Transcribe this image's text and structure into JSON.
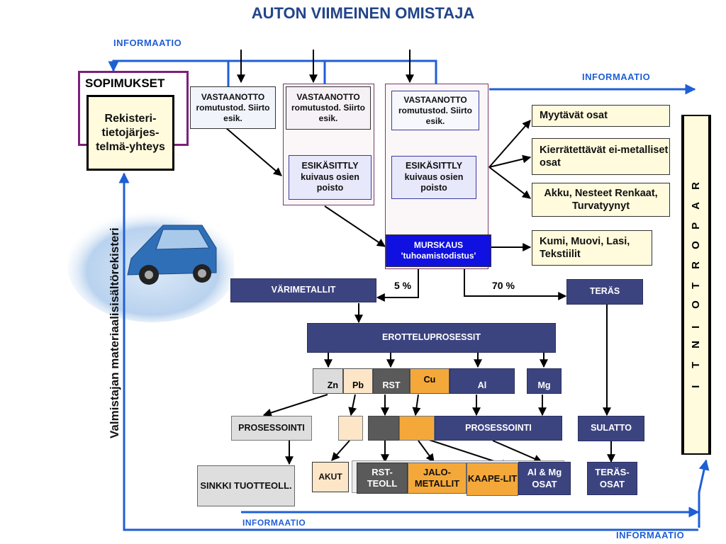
{
  "title": "AUTON VIIMEINEN OMISTAJA",
  "info": {
    "top_left": "INFORMAATIO",
    "top_right": "INFORMAATIO",
    "bottom_mid": "INFORMAATIO",
    "bottom_right": "INFORMAATIO"
  },
  "contracts": {
    "title": "SOPIMUKSET",
    "registry": "Rekisteri-tietojärjes-telmä-yhteys"
  },
  "vertical_label": "Valmistajan materiaalisisältörekisteri",
  "reception": {
    "label": "VASTAANOTTO romutustod. Siirto esik."
  },
  "pretreatment": {
    "label": "ESIKÄSITTLY kuivaus osien poisto"
  },
  "crushing": {
    "label": "MURSKAUS 'tuhoamistodistus'"
  },
  "outputs": {
    "sold": "Myytävät osat",
    "recyclable": "Kierrätettävät ei-metalliset osat",
    "battery": "Akku, Nesteet Renkaat, Turvatyynyt",
    "rubber": "Kumi, Muovi, Lasi, Tekstiilit"
  },
  "reporting": "RAPORTOINTI",
  "nonferrous": {
    "label": "VÄRIMETALLIT",
    "pct": "5 %"
  },
  "steel": {
    "label": "TERÄS",
    "pct": "70 %"
  },
  "separation": "EROTTELUPROSESSIT",
  "metals": {
    "zn": "Zn",
    "pb": "Pb",
    "rst": "RST",
    "cu": "Cu",
    "al": "Al",
    "mg": "Mg"
  },
  "processing": {
    "left": "PROSESSOINTI",
    "right": "PROSESSOINTI",
    "melt": "SULATTO"
  },
  "final": {
    "zinc": "SINKKI TUOTTEOLL.",
    "akut": "AKUT",
    "rst": "RST-TEOLL",
    "precious": "JALO-METALLIT",
    "cable": "KAAPE-LIT",
    "almg": "Al & Mg OSAT",
    "steelparts": "TERÄS-OSAT"
  },
  "colors": {
    "info_blue": "#1f5fd6",
    "navy": "#3c4480",
    "yellow": "#fffbdc",
    "orange": "#f5a83a",
    "crush_blue": "#1010e0"
  }
}
